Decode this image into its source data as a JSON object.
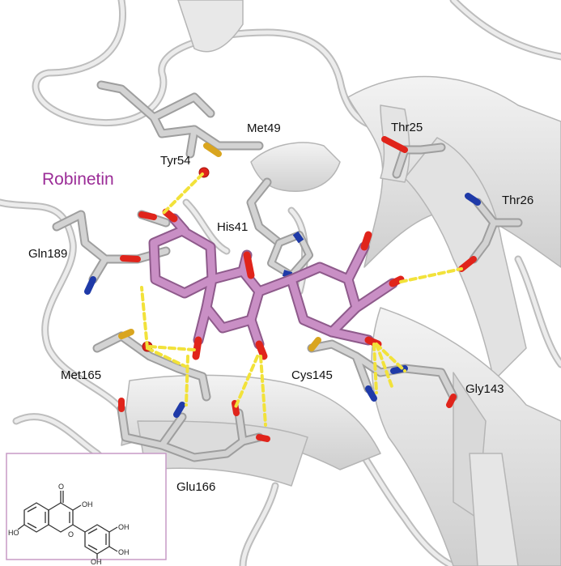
{
  "title": "Robinetin",
  "residues": {
    "met49": "Met49",
    "tyr54": "Tyr54",
    "thr25": "Thr25",
    "thr26": "Thr26",
    "his41": "His41",
    "gln189": "Gln189",
    "met165": "Met165",
    "cys145": "Cys145",
    "gly143": "Gly143",
    "glu166": "Glu166"
  },
  "inset": {
    "o_carbonyl": "O",
    "oh_3": "OH",
    "ho_7": "HO",
    "o_ring": "O",
    "oh_3p": "OH",
    "oh_4p": "OH",
    "oh_5p": "OH"
  },
  "colors": {
    "ligand": "#c689c2",
    "ligand_edge": "#9a5f98",
    "residue": "#c8c8c8",
    "oxygen": "#e0241b",
    "nitrogen": "#1f3aa8",
    "sulfur": "#d9a51f",
    "hbond": "#f2e23a",
    "ribbon": "#e6e6e6",
    "title": "#9b2c97",
    "inset_border": "#c79ac6"
  }
}
